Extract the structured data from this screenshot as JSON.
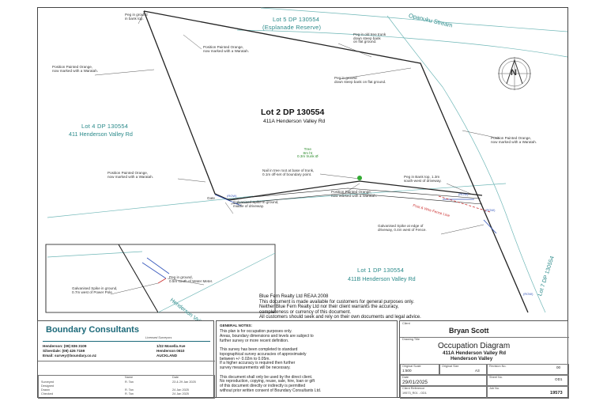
{
  "lots": {
    "lot5": {
      "name": "Lot 5 DP 130554",
      "sub": "(Esplanade Reserve)"
    },
    "lot2": {
      "name": "Lot 2 DP 130554",
      "sub": "411A Henderson Valley Rd"
    },
    "lot4": {
      "name": "Lot 4 DP 130554",
      "sub": "411 Henderson Valley Rd"
    },
    "lot1": {
      "name": "Lot 1 DP 130554",
      "sub": "411B Henderson Valley Rd"
    },
    "lot7": {
      "name": "Lot 7 DP 130554"
    }
  },
  "stream": "Opanuku Stream",
  "road": "Henderson Valley Rd",
  "notes": {
    "peg_bank_top": "Peg in ground\nin bank top.",
    "painted_orange_1": "Position Painted Orange,\nnow marked with a Waratah.",
    "painted_orange_2": "Position Painted Orange,\nnow marked with a Waratah.",
    "peg_tree_trunk": "Peg in old tree trunk\ndown steep bank\non flat ground.",
    "peg_steep_bank": "Peg in ground\ndown steep bank on flat ground.",
    "painted_orange_right": "Position Painted Orange,\nnow marked with a Waratah.",
    "tree": "Tree\n8m ht\n0.3m trunk Ø",
    "nail_tree_root": "Nail in tree root at base of trunk,\n0.1m off-set of boundary point.",
    "painted_orange_left": "Position Painted Orange,\nnow marked with a Waratah.",
    "painted_orange_mid": "Position Painted Orange,\nnow marked with a Waratah.",
    "peg_bank_top_2": "Peg in Bank top, 1.3m\nsouth-west of driveway.",
    "spike_driveway": "Galvanised Spike in ground,\nmiddle of driveway.",
    "fence_line": "Post & Wire Fence Line",
    "spike_fence": "Galvanised Spike at edge of\ndriveway, 0.4m west of Fence.",
    "gate": "Gate",
    "peg_water_meter": "Peg in ground,\n0.5m south of Water Meter.",
    "spike_power_pole": "Galvanised Spike in ground,\n0.7m west of Power Pole",
    "row_label": "(ROW)"
  },
  "disclaimer": {
    "line1": "Blue Fern Realty Ltd REAA 2008",
    "line2": "This document is made available for customers for general purposes only.",
    "line3": "Neither Blue Fern Realty Ltd nor their client warrants the accuracy,",
    "line4": "completeness or currency of this document.",
    "line5": "All customers should seek and rely on their own documents and legal advice."
  },
  "company": {
    "name": "Boundary Consultants",
    "tagline": "Licensed Surveyors",
    "contact1": "Henderson: (09) 836 3109",
    "contact2": "Silverdale: (09) 426 7159",
    "contact3": "Email: survey@boundary.co.nz",
    "addr1": "1/22 Mosella Ave",
    "addr2": "Henderson 0610",
    "addr3": "AUCKLAND"
  },
  "general_notes": {
    "heading": "GENERAL NOTES:",
    "text": "This plan is for occupation purposes only.\nAreas, boundary dimensions and levels are subject to\nfurther survey or more recent definition.\n\nThis survey has been completed to standard\ntopographical survey accuracies of approximately\nbetween +/- 0.02m to 0.05m.\nIf a higher accuracy is required then further\nsurvey measurements will be necessary.\n\nThis document shall only be used by the direct client.\nNo reproduction, copying, reuse, sale, hire, loan or gift\nof this document directly or indirectly is permitted\nwithout prior written consent of Boundary Consultants Ltd."
  },
  "history": {
    "headers": [
      "",
      "Name",
      "Date"
    ],
    "rows": [
      [
        "Surveyed",
        "R. Tan",
        "23 & 29 Jan 2025"
      ],
      [
        "Designed",
        "",
        ""
      ],
      [
        "Drawn",
        "R. Tan",
        "24 Jan 2025"
      ],
      [
        "Checked",
        "R. Tan",
        "24 Jan 2025"
      ]
    ]
  },
  "title_block": {
    "client_label": "Client",
    "client": "Bryan Scott",
    "drawing_title_label": "Drawing Title",
    "title": "Occupation Diagram",
    "address": "411A Henderson Valley Rd",
    "area": "Henderson Valley",
    "scale_label": "Original Scale",
    "scale": "1:500",
    "size_label": "Original Size",
    "size": "A3",
    "revision_label": "Revision No.",
    "revision": "00",
    "date_label": "Date",
    "date": "29/01/2025",
    "sheet_label": "Sheet No.",
    "sheet": "OD1",
    "file_label": "Client Reference",
    "file": "19573_R01 - OD1",
    "job_label": "Job No.",
    "job": "19573"
  },
  "north": "N"
}
